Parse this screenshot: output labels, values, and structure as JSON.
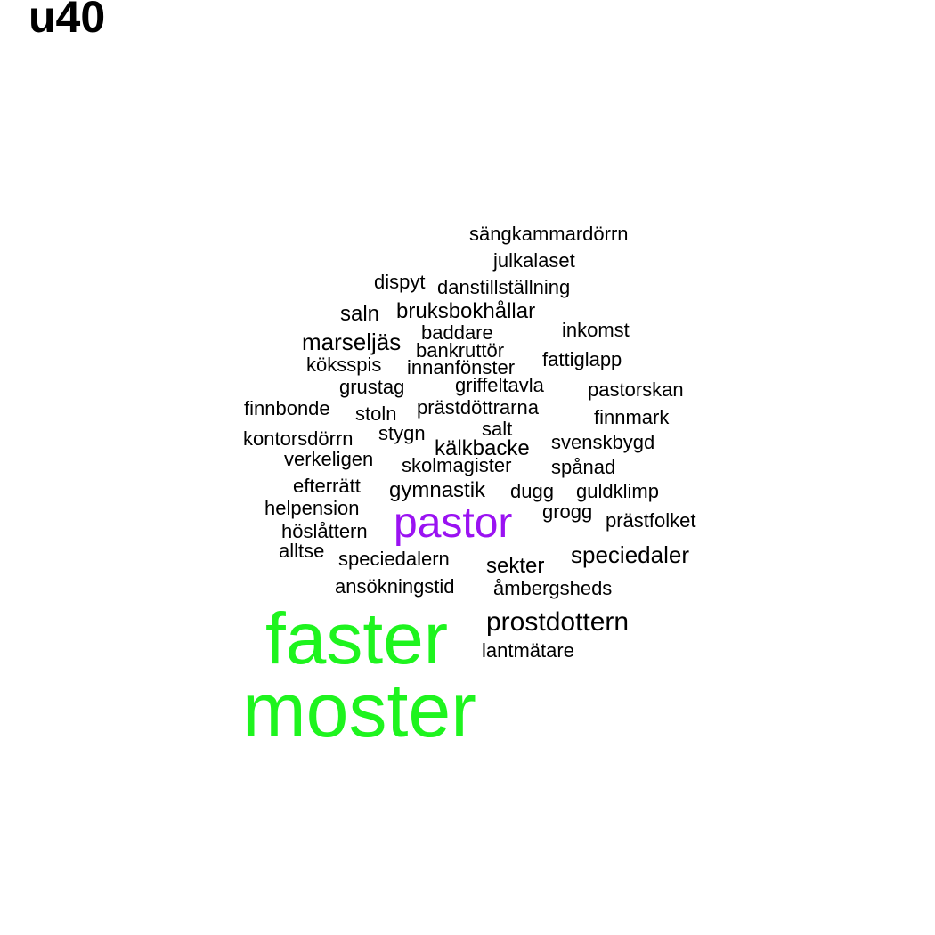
{
  "title": "u40",
  "colors": {
    "default": "#000000",
    "green": "#1ef41e",
    "purple": "#9a12f2"
  },
  "words": [
    {
      "text": "sängkammardörrn"
    },
    {
      "text": "julkalaset"
    },
    {
      "text": "dispyt"
    },
    {
      "text": "danstillställning"
    },
    {
      "text": "saln"
    },
    {
      "text": "bruksbokhållar"
    },
    {
      "text": "baddare"
    },
    {
      "text": "inkomst"
    },
    {
      "text": "marseljäs"
    },
    {
      "text": "bankruttör"
    },
    {
      "text": "fattiglapp"
    },
    {
      "text": "köksspis"
    },
    {
      "text": "innanfönster"
    },
    {
      "text": "grustag"
    },
    {
      "text": "griffeltavla"
    },
    {
      "text": "pastorskan"
    },
    {
      "text": "finnbonde"
    },
    {
      "text": "stoln"
    },
    {
      "text": "prästdöttrarna"
    },
    {
      "text": "finnmark"
    },
    {
      "text": "salt"
    },
    {
      "text": "kontorsdörrn"
    },
    {
      "text": "stygn"
    },
    {
      "text": "kälkbacke"
    },
    {
      "text": "svenskbygd"
    },
    {
      "text": "verkeligen"
    },
    {
      "text": "skolmagister"
    },
    {
      "text": "spånad"
    },
    {
      "text": "efterrätt"
    },
    {
      "text": "gymnastik"
    },
    {
      "text": "dugg"
    },
    {
      "text": "guldklimp"
    },
    {
      "text": "helpension"
    },
    {
      "text": "pastor",
      "color": "purple"
    },
    {
      "text": "grogg"
    },
    {
      "text": "prästfolket"
    },
    {
      "text": "höslåttern"
    },
    {
      "text": "alltse"
    },
    {
      "text": "speciedalern"
    },
    {
      "text": "speciedaler"
    },
    {
      "text": "sekter"
    },
    {
      "text": "ansökningstid"
    },
    {
      "text": "åmbergsheds"
    },
    {
      "text": "prostdottern"
    },
    {
      "text": "faster",
      "color": "green"
    },
    {
      "text": "lantmätare"
    },
    {
      "text": "moster",
      "color": "green"
    }
  ]
}
